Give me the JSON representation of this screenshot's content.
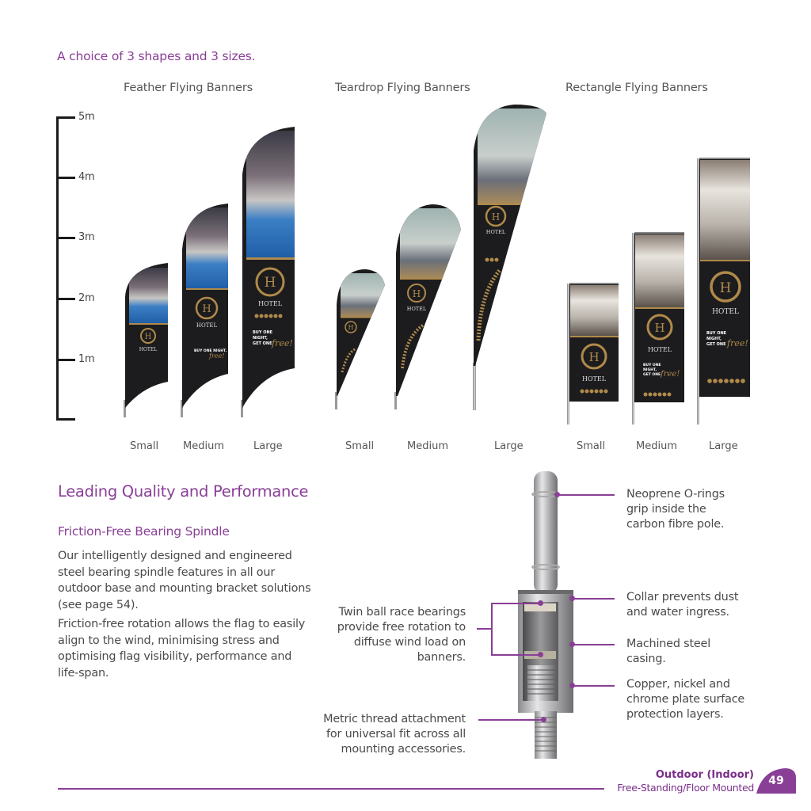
{
  "intro": "A choice of 3 shapes and 3 sizes.",
  "categories": [
    {
      "title": "Feather Flying Banners",
      "sizes": [
        "Small",
        "Medium",
        "Large"
      ]
    },
    {
      "title": "Teardrop Flying Banners",
      "sizes": [
        "Small",
        "Medium",
        "Large"
      ]
    },
    {
      "title": "Rectangle Flying Banners",
      "sizes": [
        "Small",
        "Medium",
        "Large"
      ]
    }
  ],
  "ruler": {
    "ticks": [
      "5m",
      "4m",
      "3m",
      "2m",
      "1m"
    ]
  },
  "banner_graphic": {
    "logo_letter": "H",
    "brand": "HOTEL",
    "offer_line1": "BUY ONE",
    "offer_line2": "NIGHT,",
    "offer_line3": "GET ONE",
    "offer_script": "free!"
  },
  "section": {
    "heading": "Leading Quality and Performance",
    "subheading": "Friction-Free Bearing Spindle",
    "paragraphs": [
      "Our intelligently designed and engineered steel bearing spindle features in all our outdoor base and mounting bracket solutions (see page 54).",
      "Friction-free rotation allows the flag to easily align to the wind, minimising stress and optimising flag visibility, performance and life-span."
    ]
  },
  "callouts": {
    "orings": "Neoprene O-rings grip inside the carbon fibre pole.",
    "collar": "Collar prevents dust and water ingress.",
    "casing": "Machined steel casing.",
    "plating": "Copper, nickel and chrome plate surface protection layers.",
    "bearings": "Twin ball race bearings provide free rotation to diffuse wind load on banners.",
    "thread": "Metric thread attachment for universal fit across all mounting accessories."
  },
  "footer": {
    "category": "Outdoor (Indoor)",
    "subcategory": "Free-Standing/Floor Mounted",
    "page_number": "49"
  },
  "colors": {
    "accent": "#8a3f97",
    "banner_dark": "#1c1c1e",
    "gold": "#b08a4a"
  }
}
